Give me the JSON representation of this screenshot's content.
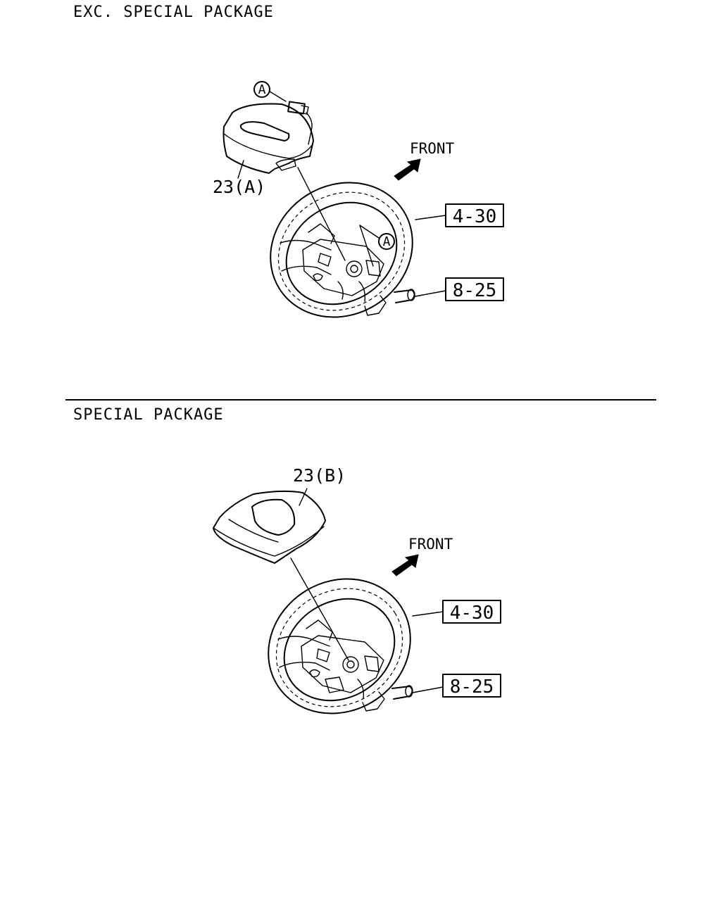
{
  "sections": [
    {
      "title": "EXC. SPECIAL PACKAGE",
      "part_label": "23(A)",
      "front_label": "FRONT",
      "connector_marker": "A",
      "hub_marker": "A",
      "refs": [
        "4-30",
        "8-25"
      ]
    },
    {
      "title": "SPECIAL PACKAGE",
      "part_label": "23(B)",
      "front_label": "FRONT",
      "refs": [
        "4-30",
        "8-25"
      ]
    }
  ]
}
